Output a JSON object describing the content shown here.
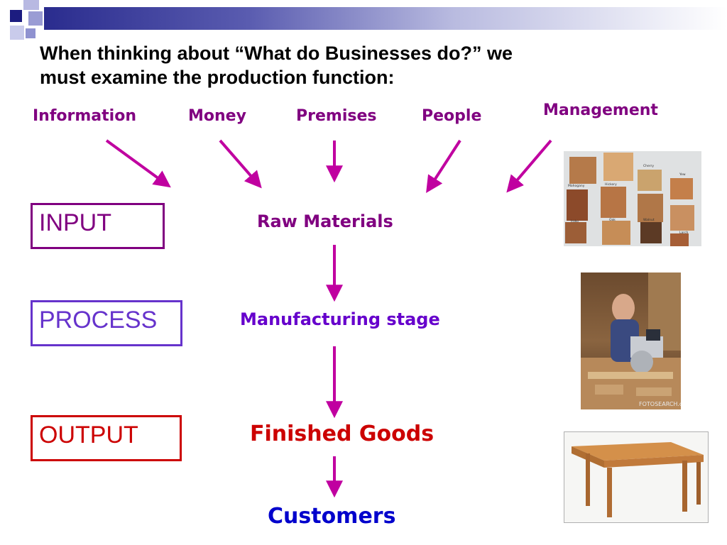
{
  "slide": {
    "title_line1": "When thinking about “What do Businesses do?” we",
    "title_line2": "must examine the production function:"
  },
  "resources": [
    {
      "label": "Information"
    },
    {
      "label": "Money"
    },
    {
      "label": "Premises"
    },
    {
      "label": "People"
    },
    {
      "label": "Management"
    }
  ],
  "stages": {
    "input": "INPUT",
    "process": "PROCESS",
    "output": "OUTPUT"
  },
  "flow": {
    "raw_materials": "Raw Materials",
    "manufacturing": "Manufacturing stage",
    "finished_goods": "Finished Goods",
    "customers": "Customers"
  },
  "images": {
    "wood_samples": "wood-samples-photo",
    "woodworker": "woodworker-photo",
    "table": "wooden-table-photo"
  },
  "wood_labels": [
    "Cherry",
    "Yew",
    "Mahogany",
    "Hickory",
    "Oak",
    "Walnut",
    "Larch",
    "Iroko"
  ],
  "watermark": "FOTOSEARCH.com",
  "colors": {
    "resources": "#800080",
    "arrow": "#c000a0",
    "input_border": "#800080",
    "process_border": "#6633cc",
    "output_border": "#cc0000",
    "raw_materials": "#800080",
    "manufacturing": "#6600cc",
    "finished_goods": "#cc0000",
    "customers": "#0000cc"
  }
}
